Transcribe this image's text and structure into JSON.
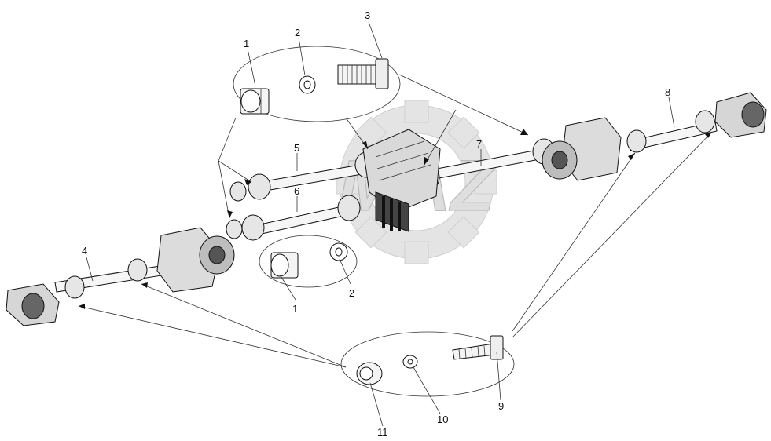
{
  "diagram": {
    "callouts": [
      {
        "id": "c1a",
        "label": "1"
      },
      {
        "id": "c2a",
        "label": "2"
      },
      {
        "id": "c3",
        "label": "3"
      },
      {
        "id": "c4",
        "label": "4"
      },
      {
        "id": "c5",
        "label": "5"
      },
      {
        "id": "c6",
        "label": "6"
      },
      {
        "id": "c7",
        "label": "7"
      },
      {
        "id": "c8",
        "label": "8"
      },
      {
        "id": "c1b",
        "label": "1"
      },
      {
        "id": "c2b",
        "label": "2"
      },
      {
        "id": "c9",
        "label": "9"
      },
      {
        "id": "c10",
        "label": "10"
      },
      {
        "id": "c11",
        "label": "11"
      }
    ],
    "watermark": "MAZ",
    "colors": {
      "ink": "#111111",
      "watermark": "#e2e2e2",
      "background": "#ffffff"
    }
  }
}
